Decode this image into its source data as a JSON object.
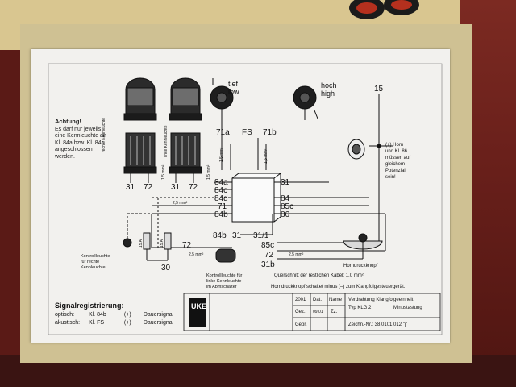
{
  "photo": {
    "colors": {
      "desk": "#d9c690",
      "carpet": "#5a1a16",
      "paper": "#f2f1ee",
      "ink": "#111111"
    }
  },
  "diagram": {
    "warning": {
      "title": "Achtung!",
      "lines": [
        "Es darf nur jeweils",
        "eine Kennleuchte an",
        "Kl. 84a bzw. Kl. 84c",
        "angeschlossen",
        "werden."
      ]
    },
    "lamp_labels": {
      "right": "rechte Kennleuchte",
      "left": "linke Kennleuchte"
    },
    "horn_low": {
      "line1": "tief",
      "line2": "low"
    },
    "horn_high": {
      "line1": "hoch",
      "line2": "high"
    },
    "top_terminals": {
      "t71a": "71a",
      "tFS": "FS",
      "t71b": "71b",
      "t15": "15"
    },
    "wire_size": "1,5 mm²",
    "wire_size2": "2,5 mm²",
    "lamp_terminals": [
      "31",
      "72",
      "31",
      "72"
    ],
    "left_terminals": [
      "84a",
      "84c",
      "84d",
      "71",
      "84b"
    ],
    "right_terminals": [
      "31",
      "84",
      "85c",
      "86"
    ],
    "lower_terminals": {
      "t84b": "84b",
      "t31": "31",
      "t311": "31/1",
      "t85c": "85c",
      "t72": "72",
      "t31b": "31b",
      "t72l": "72",
      "t30": "30"
    },
    "fuse_labels": [
      "15 A",
      "15 A"
    ],
    "horn_note": [
      "(+) Horn",
      "und Kl. 86",
      "müssen auf",
      "gleichem",
      "Potenzial",
      "sein!"
    ],
    "horn_button": "Horndruckknopf",
    "ctrl_right": [
      "Kontrollleuchte",
      "für rechte",
      "Kennleuchte"
    ],
    "ctrl_left": [
      "Kontrollleuchte für",
      "linke Kennleuchte",
      "im Abmschalter"
    ],
    "cross_section": "Querschnitt der restlichen Kabel: 1,0 mm²",
    "switch_note": "Horndruckknopf schaltet minus (–) zum Klangfolgesteuergerät.",
    "signal": {
      "title": "Signalregistrierung:",
      "rows": [
        {
          "kind": "optisch:",
          "term": "Kl. 84b",
          "pol": "(+)",
          "type": "Dauersignal"
        },
        {
          "kind": "akustisch:",
          "term": "Kl. FS",
          "pol": "(+)",
          "type": "Dauersignal"
        }
      ]
    },
    "title_block": {
      "year": "2001",
      "dat": "Dat.",
      "name": "Name",
      "gez": "Gez.",
      "gez_date": "09.01",
      "gez_sign": "Zz.",
      "gepr": "Gepr.",
      "title1": "Verdrahtung Klangfolgeeinheit",
      "title2a": "Typ KLG 2",
      "title2b": "Minustastung",
      "drawing_no": "Zeichn.-Nr.: 38.0101.012 \"j\"",
      "logo": "UKE"
    }
  }
}
